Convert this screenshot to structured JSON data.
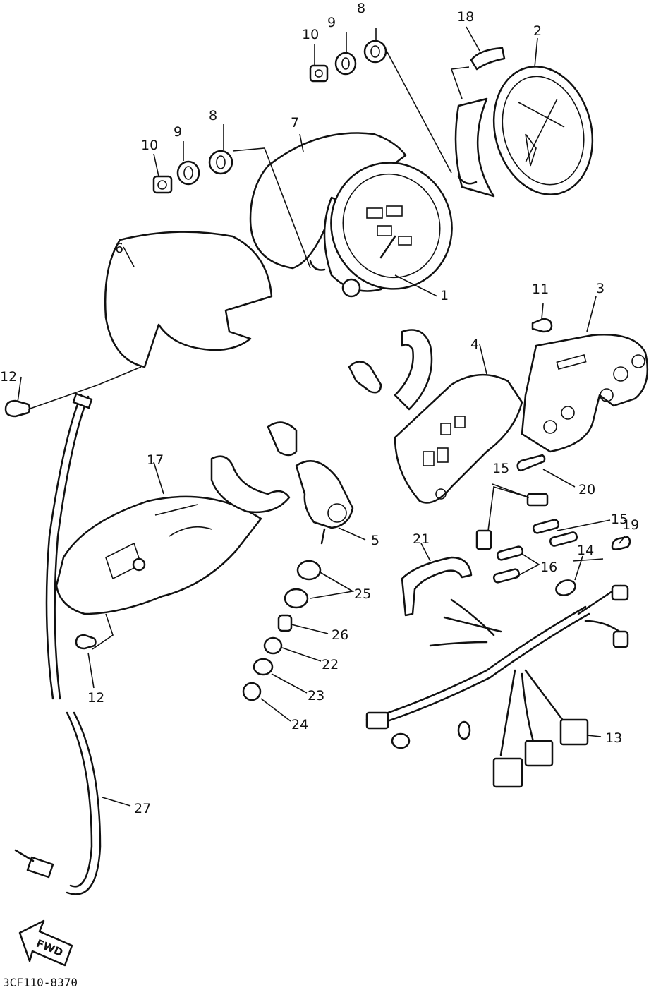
{
  "diagram": {
    "code": "3CF110-8370",
    "fwd_label": "FWD",
    "callouts": {
      "c1": "1",
      "c2": "2",
      "c3": "3",
      "c4": "4",
      "c5": "5",
      "c6": "6",
      "c7": "7",
      "c8a": "8",
      "c8b": "8",
      "c9a": "9",
      "c9b": "9",
      "c10a": "10",
      "c10b": "10",
      "c11": "11",
      "c12a": "12",
      "c12b": "12",
      "c13": "13",
      "c14": "14",
      "c15a": "15",
      "c15b": "15",
      "c16": "16",
      "c17": "17",
      "c18": "18",
      "c19": "19",
      "c20": "20",
      "c21": "21",
      "c22": "22",
      "c23": "23",
      "c24": "24",
      "c25": "25",
      "c26": "26",
      "c27": "27"
    }
  }
}
